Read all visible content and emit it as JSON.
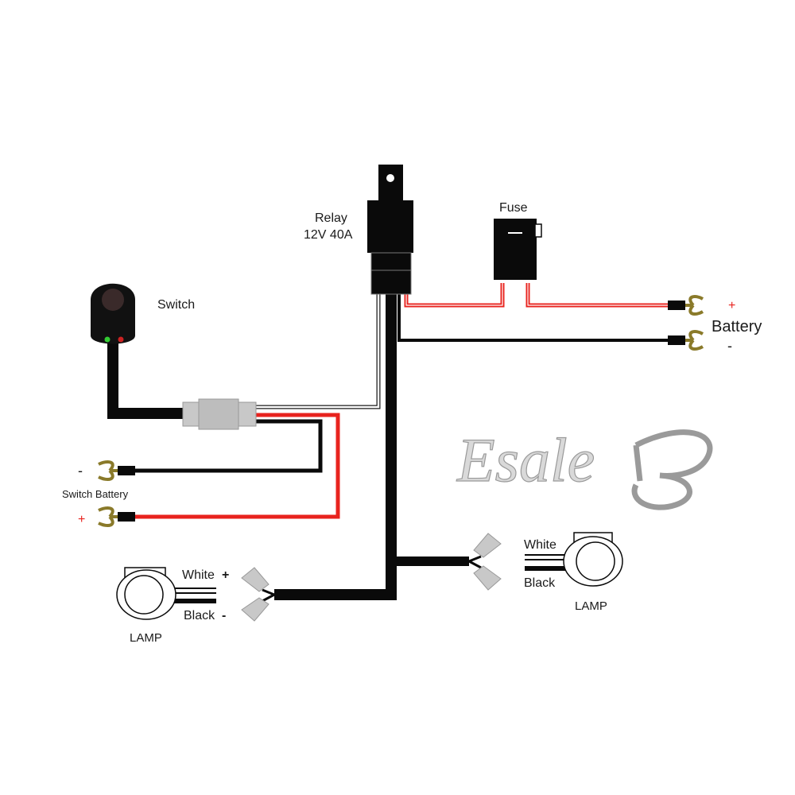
{
  "labels": {
    "relay": "Relay",
    "relay_rating": "12V 40A",
    "fuse": "Fuse",
    "switch": "Switch",
    "battery": "Battery",
    "battery_plus": "+",
    "battery_minus": "-",
    "switch_battery": "Switch Battery",
    "switch_battery_minus": "-",
    "switch_battery_plus": "+",
    "lamp_left": "LAMP",
    "lamp_right": "LAMP",
    "white_left": "White",
    "white_left_plus": "+",
    "black_left": "Black",
    "black_left_minus": "-",
    "white_right": "White",
    "black_right": "Black"
  },
  "watermark": "Esale",
  "colors": {
    "wire_red": "#e8231e",
    "wire_black": "#0a0a0a",
    "connector_gray": "#c8c8c8",
    "terminal_gold": "#8a7a2a",
    "plus_sign": "#e8231e",
    "led_green": "#33cc33",
    "led_red": "#cc2222"
  }
}
